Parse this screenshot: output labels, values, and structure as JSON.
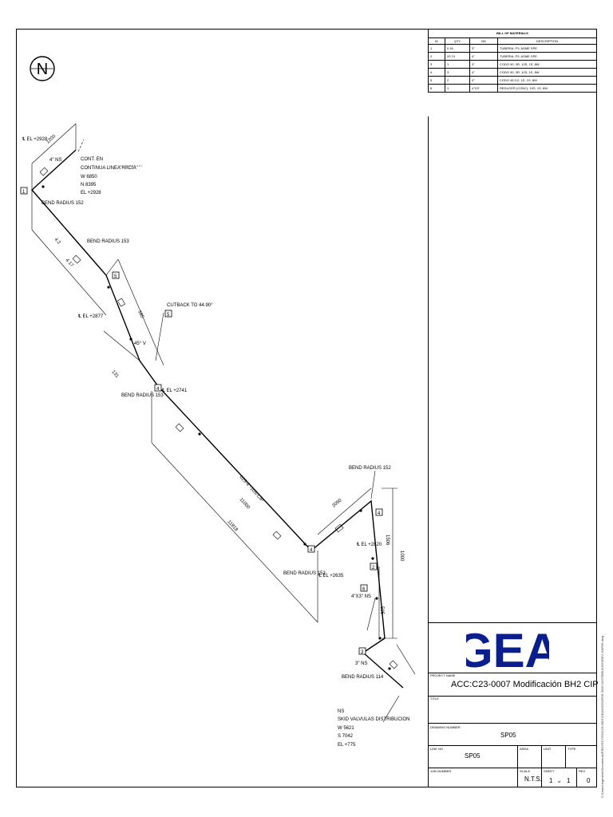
{
  "bom": {
    "title": "BILL OF MATERIALS",
    "headers": [
      "ID",
      "QTY",
      "ND",
      "DESCRIPTION"
    ],
    "rows": [
      [
        "1",
        "0.16",
        "3\"",
        "TUBERIA, P3, ASME SPE"
      ],
      [
        "2",
        "20.74",
        "4\"",
        "TUBERIA, P3, ASME SPE"
      ],
      [
        "3",
        "1",
        "3\"",
        "CODO 90, 3R, 10S, 1S, 8W"
      ],
      [
        "4",
        "3",
        "4\"",
        "CODO 90, 3R, 10S, 1S, 8W"
      ],
      [
        "5",
        "2",
        "4\"",
        "CODO 45 1/2, 1D, 1S, 8W"
      ],
      [
        "6",
        "1",
        "4\"X3\"",
        "REDUCER (CONC), 10S, 1S, 8W"
      ]
    ]
  },
  "north": "N",
  "drawing_labels": {
    "el1": "℄ EL +2928",
    "ns1": "4\" NS",
    "dim1": "1200",
    "cont": [
      "CONT. EN",
      "CONTINUA LINEA HACIA",
      "W 6850",
      "N 8395",
      "EL +2928"
    ],
    "b1": "BEND RADIUS 152",
    "b2": "BEND RADIUS 153",
    "el2": "℄ EL +2877",
    "dim2": "4.17",
    "dim2b": "4.2",
    "cut": "CUTBACK TO 44.90°",
    "v45": "45° V",
    "dim3": "185",
    "dim4": "131",
    "b3": "BEND RADIUS 153",
    "el3": "℄ EL +2741",
    "pipe": "025-4\"-10S-CIP",
    "dim5": "11000",
    "dim5b": "11818",
    "b4": "BEND RADIUS 152",
    "dim6": "2050",
    "el4": "℄ EL +2820",
    "b5": "BEND RADIUS 152",
    "el5": "℄ EL +2635",
    "dim7": "1506",
    "dim8": "1000",
    "red": "4\"X3\" NS",
    "ns3": "3\" NS",
    "dim9": "595",
    "b6": "BEND RADIUS 114",
    "skid": [
      "NS",
      "SKID VALVULAS DISTRIBUCION",
      "W 5621",
      "S 7042",
      "EL +775"
    ],
    "tags": [
      "1",
      "2",
      "3",
      "4",
      "5",
      "6"
    ]
  },
  "titleblock": {
    "logo": "GEA",
    "project_label": "PROJECT NAME",
    "project_name": "ACC:C23-0007 Modificación BH2 CIP",
    "title_label": "TITLE",
    "drawing_label": "DRAWING NUMBER",
    "drawing_number": "SP05",
    "line_label": "LINE NO",
    "line_value": "SP05",
    "area_label": "AREA",
    "unit_label": "UNIT",
    "type_label": "TYPE",
    "job_label": "JOB NUMBER",
    "scale_label": "SCALE",
    "scale_value": "N.T.S.",
    "sheet_label": "SHEET",
    "sheet_value": "1",
    "of_label": "of",
    "sheet_total": "1",
    "rev_label": "REV",
    "rev_value": "0"
  },
  "side_path": "C:\\Users\\Ingeniero\\Documents\\PROYECTOS\\C23-0007\\GEA\\ISOS\\SP05 SKID DISTRIBUCION\\REV 0\\SP05.dwg"
}
